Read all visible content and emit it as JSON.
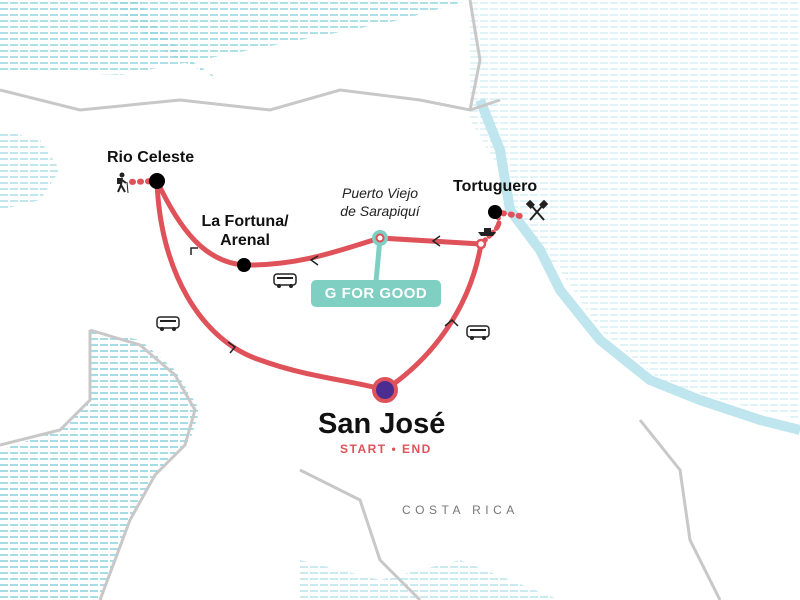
{
  "map": {
    "country_label": "COSTA RICA",
    "colors": {
      "route": "#e0525a",
      "water": "#8fd3e0",
      "border": "#c8c8c8",
      "g_for_good": "#7fcfc2",
      "start_end": "#4b2d91"
    },
    "stops": [
      {
        "name": "Rio Celeste",
        "activity_icon": "hiking-icon"
      },
      {
        "name": "La Fortuna/",
        "name_line2": "Arenal"
      },
      {
        "name": "Puerto Viejo",
        "name_line2": "de Sarapiquí"
      },
      {
        "name": "Tortuguero",
        "activity_icon": "paddles-icon"
      }
    ],
    "start_end": {
      "name": "San José",
      "subtitle": "START • END"
    },
    "badge": "G FOR GOOD",
    "transport_icons": [
      "bus-icon",
      "bus-icon",
      "bus-icon",
      "boat-icon"
    ]
  }
}
